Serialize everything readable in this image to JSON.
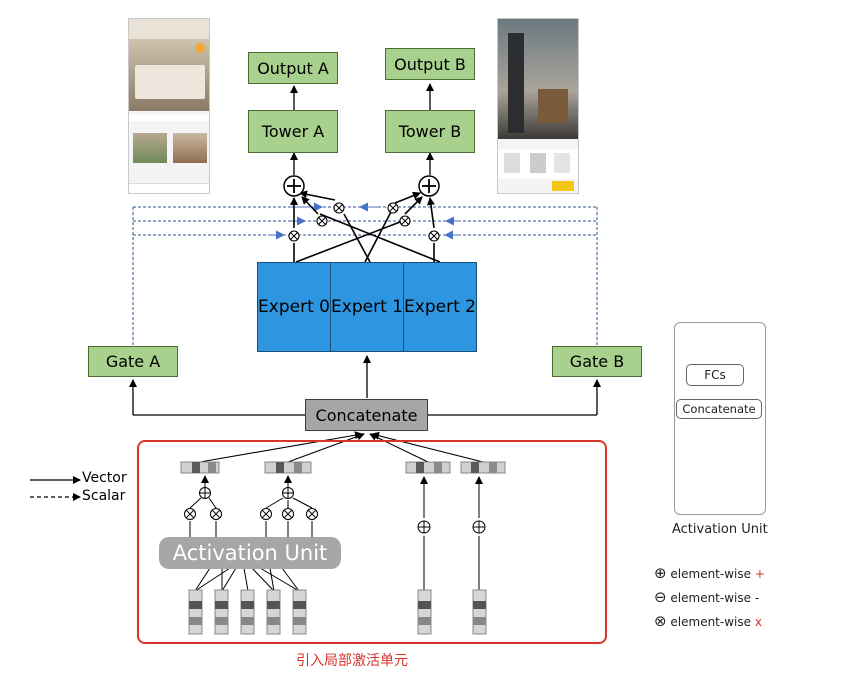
{
  "top": {
    "output_a": "Output A",
    "output_b": "Output B",
    "tower_a": "Tower A",
    "tower_b": "Tower B"
  },
  "experts": [
    "Expert 0",
    "Expert 1",
    "Expert 2"
  ],
  "gates": {
    "gate_a": "Gate A",
    "gate_b": "Gate B"
  },
  "concatenate": "Concatenate",
  "activation_unit": "Activation Unit",
  "local_activation_caption": "引入局部激活单元",
  "legend_lines": {
    "vector": "Vector",
    "scalar": "Scalar"
  },
  "side_panel": {
    "fcs": "FCs",
    "concatenate": "Concatenate",
    "title": "Activation Unit"
  },
  "op_legend": [
    {
      "symbol": "⊕",
      "text": "element-wise",
      "op": "+"
    },
    {
      "symbol": "⊖",
      "text": "element-wise",
      "op": "-"
    },
    {
      "symbol": "⊗",
      "text": "element-wise",
      "op": "x"
    }
  ],
  "colors": {
    "green_box": "#a9d18e",
    "expert_blue": "#2e95e0",
    "gate_dash": "#2f5597",
    "red_accent": "#d9342b",
    "grey_box": "#a6a6a6"
  }
}
